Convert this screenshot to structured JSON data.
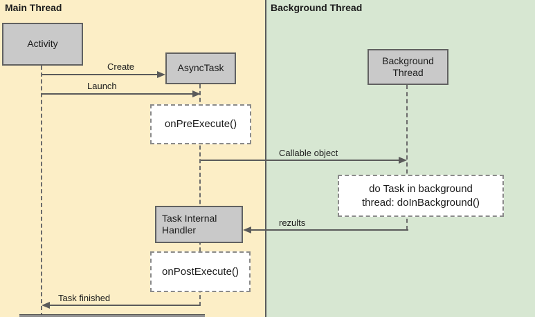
{
  "lanes": {
    "main": {
      "title": "Main Thread"
    },
    "background": {
      "title": "Background Thread"
    }
  },
  "nodes": {
    "activity": {
      "label": "Activity"
    },
    "async_task": {
      "label": "AsyncTask"
    },
    "background_thread": {
      "label": "Background Thread"
    },
    "on_pre_execute": {
      "label": "onPreExecute()"
    },
    "do_task": {
      "label": "do Task in background thread: doInBackground()"
    },
    "task_internal_handler": {
      "label": "Task Internal Handler"
    },
    "on_post_execute": {
      "label": "onPostExecute()"
    }
  },
  "messages": {
    "create": {
      "label": "Create"
    },
    "launch": {
      "label": "Launch"
    },
    "callable_object": {
      "label": "Callable object"
    },
    "results": {
      "label": "rezults"
    },
    "task_finished": {
      "label": "Task finished"
    }
  },
  "colors": {
    "main_lane_bg": "#FCEEC6",
    "background_lane_bg": "#D7E7D2",
    "node_fill": "#C9C9C9",
    "node_border": "#616161",
    "step_fill": "#FFFFFF",
    "step_border": "#8A8A8A",
    "line": "#5A5A5A",
    "text": "#1C1C1C"
  }
}
